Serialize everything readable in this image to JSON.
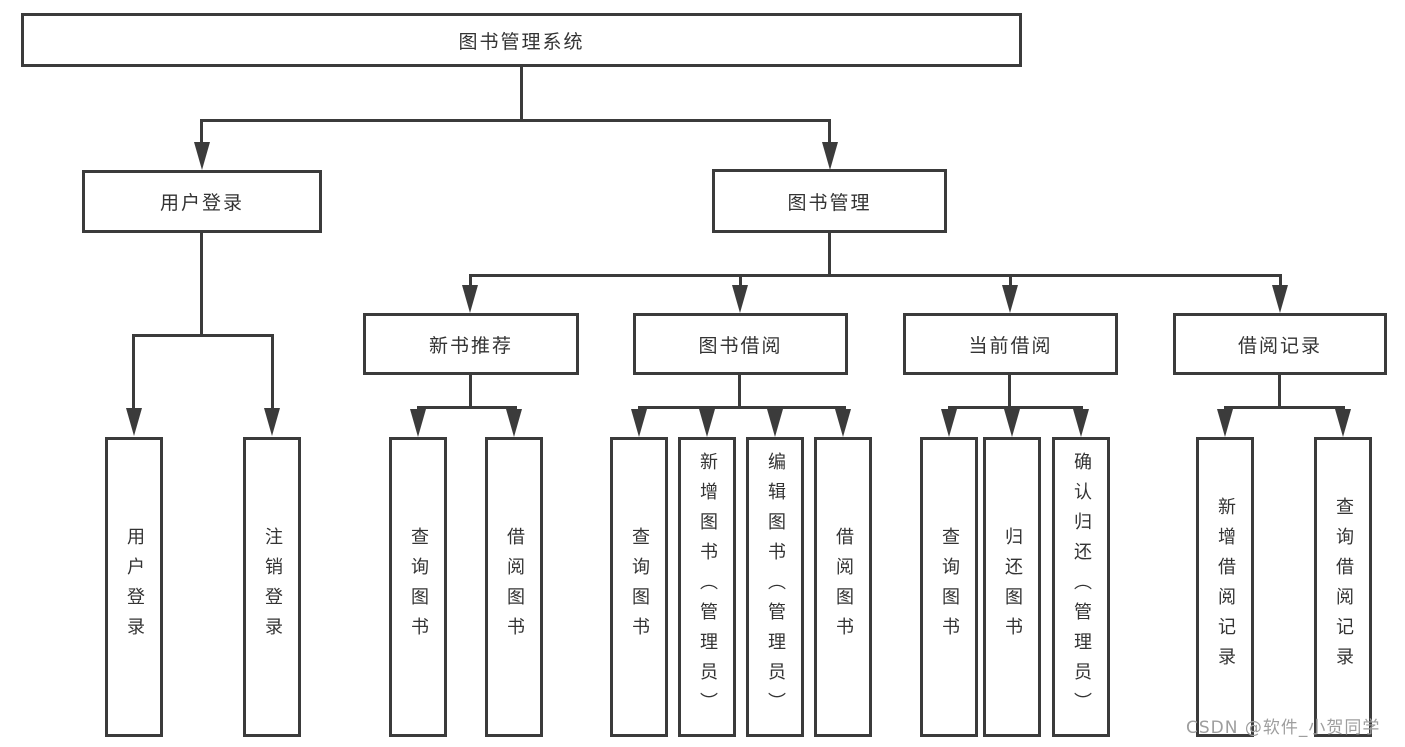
{
  "colors": {
    "line": "#3b3b3b",
    "text": "#333333",
    "watermark": "#9e9e9e",
    "bg": "#ffffff"
  },
  "nodes": {
    "root": "图书管理系统",
    "user_login": "用户登录",
    "book_management": "图书管理",
    "new_book_recommend": "新书推荐",
    "book_borrow": "图书借阅",
    "current_borrow": "当前借阅",
    "borrow_record": "借阅记录"
  },
  "leaves": [
    "用户登录",
    "注销登录",
    "查询图书",
    "借阅图书",
    "查询图书",
    "新增图书（管理员）",
    "编辑图书（管理员）",
    "借阅图书",
    "查询图书",
    "归还图书",
    "确认归还（管理员）",
    "新增借阅记录",
    "查询借阅记录"
  ],
  "watermark": "CSDN @软件_小贺同学"
}
